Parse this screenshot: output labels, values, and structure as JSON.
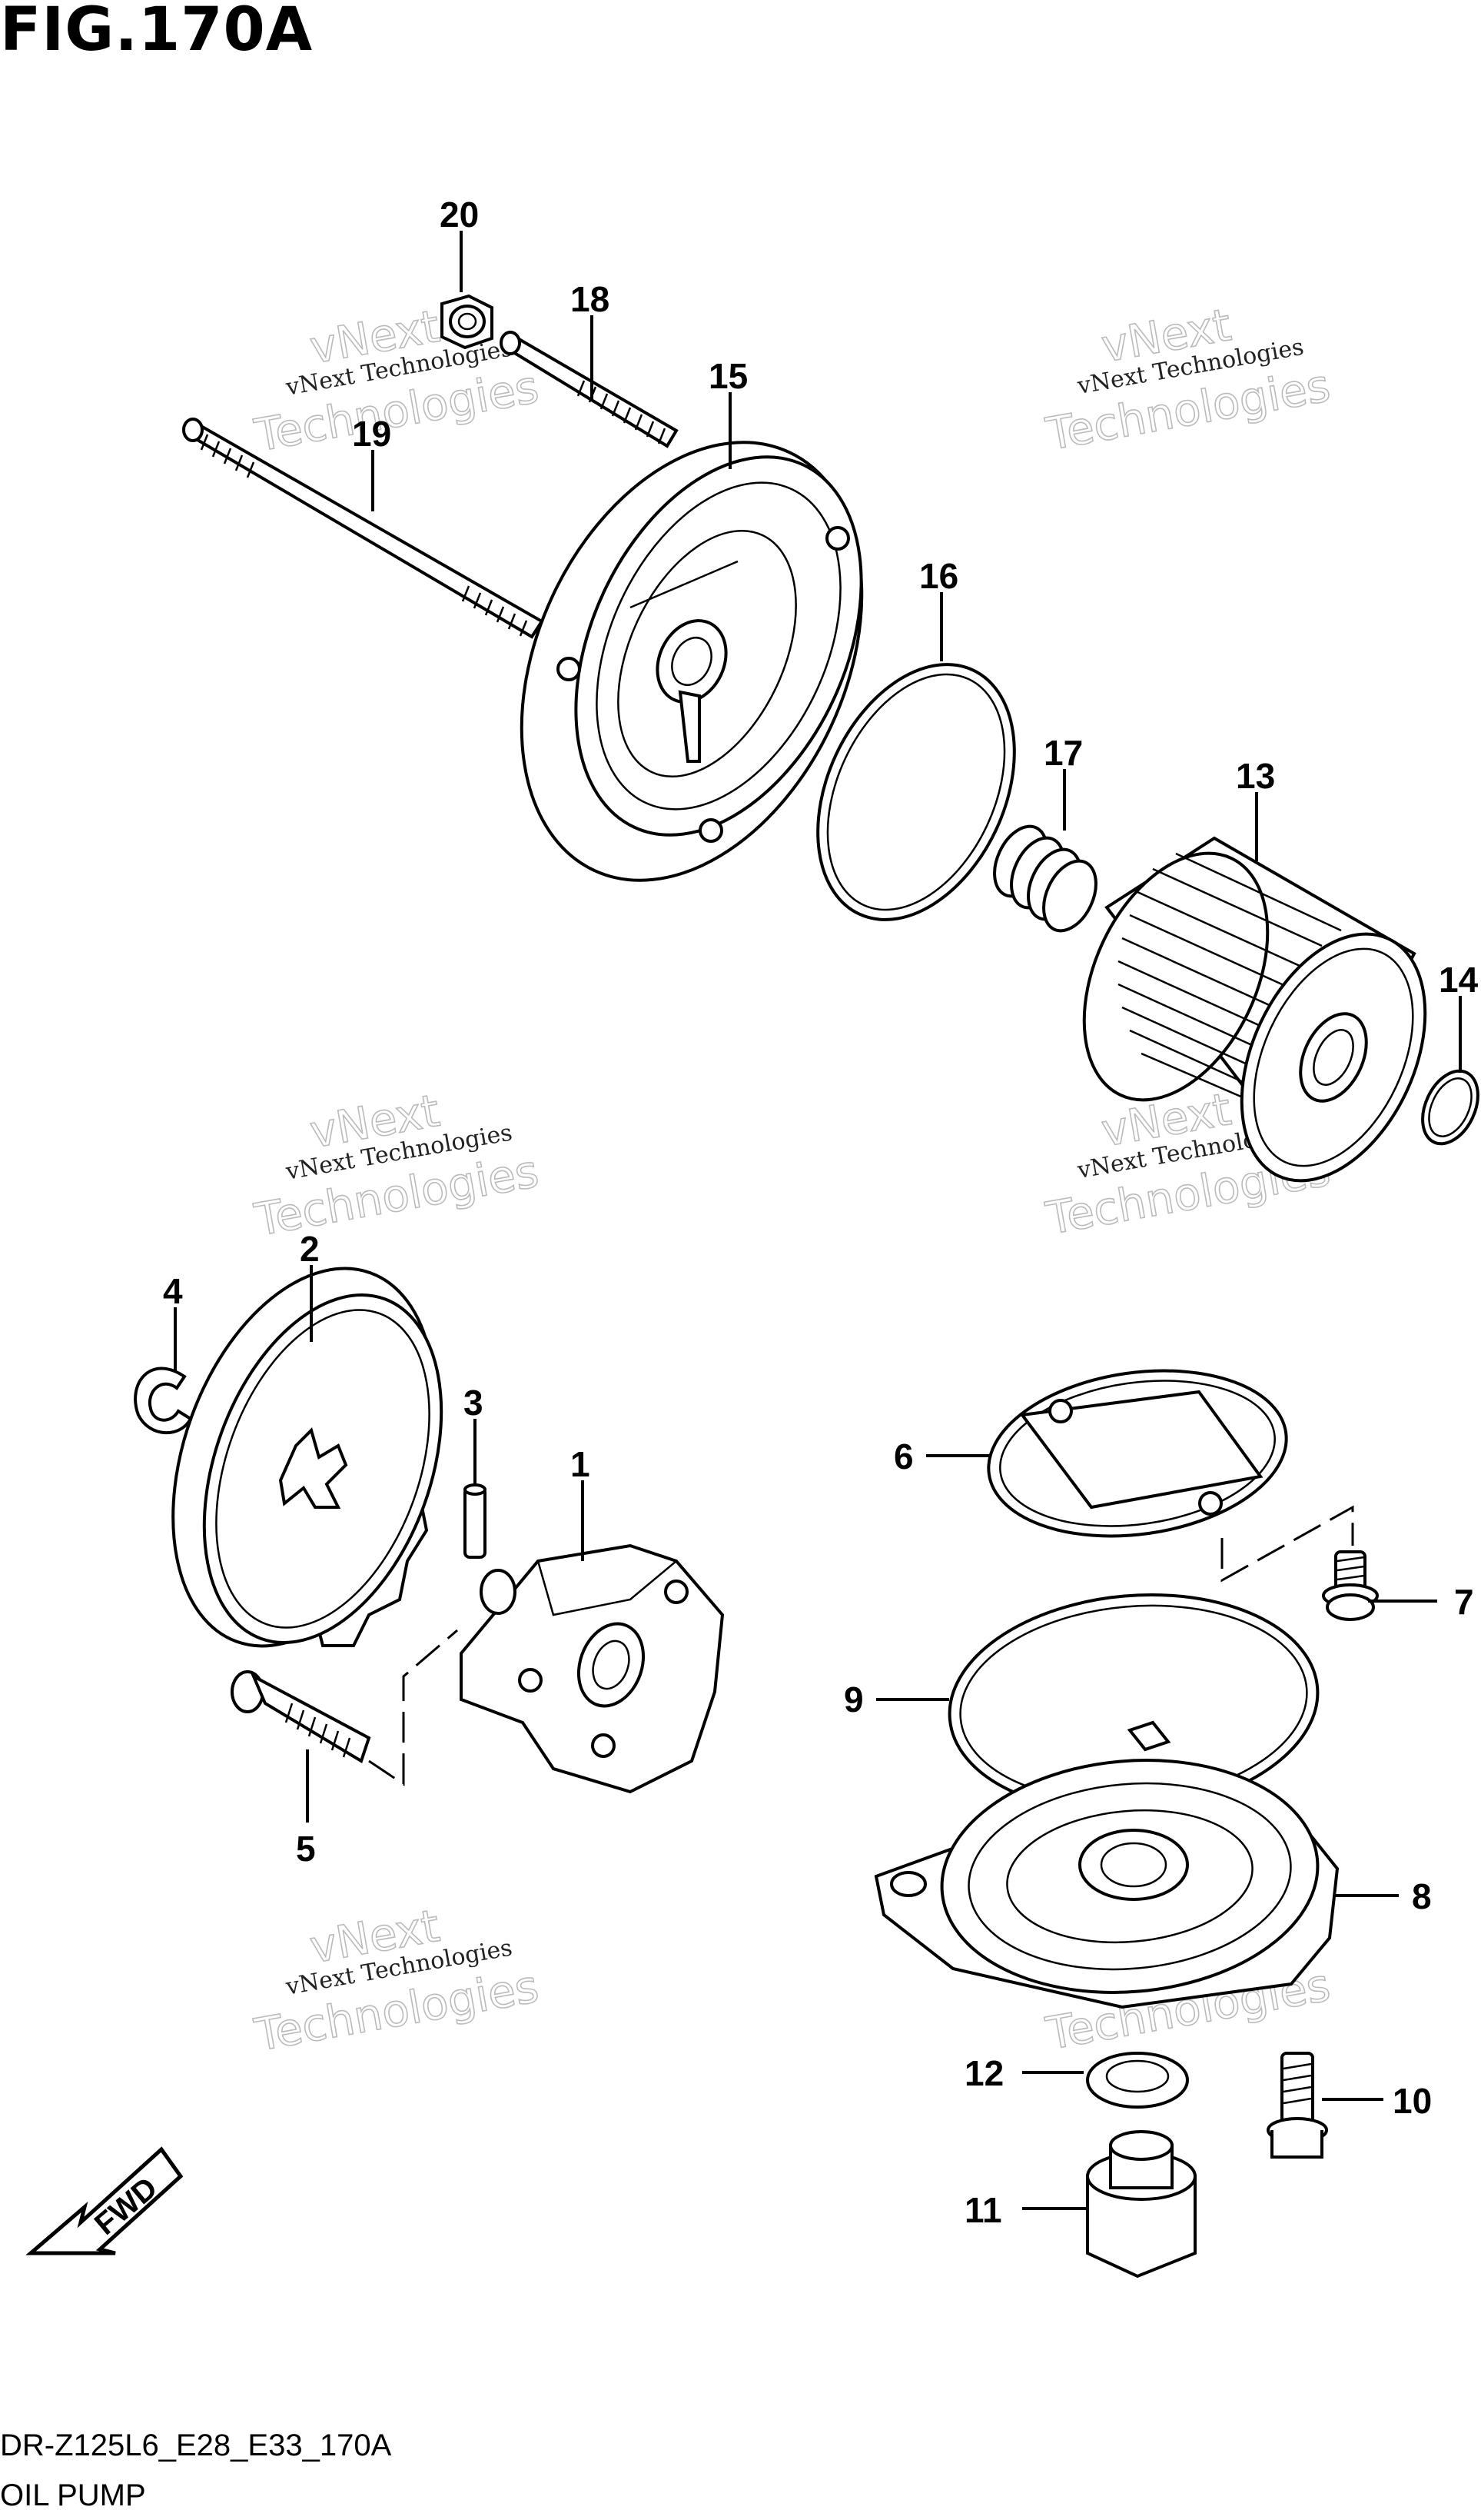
{
  "figure": {
    "title": "FIG.170A",
    "model_code": "DR-Z125L6_E28_E33_170A",
    "section_name": "OIL PUMP"
  },
  "watermark": {
    "line1": "vNext Technologies",
    "line2": "vNext",
    "line3": "Technologies"
  },
  "fwd_label": "FWD",
  "callouts": {
    "p1": "1",
    "p2": "2",
    "p3": "3",
    "p4": "4",
    "p5": "5",
    "p6": "6",
    "p7": "7",
    "p8": "8",
    "p9": "9",
    "p10": "10",
    "p11": "11",
    "p12": "12",
    "p13": "13",
    "p14": "14",
    "p15": "15",
    "p16": "16",
    "p17": "17",
    "p18": "18",
    "p19": "19",
    "p20": "20"
  }
}
